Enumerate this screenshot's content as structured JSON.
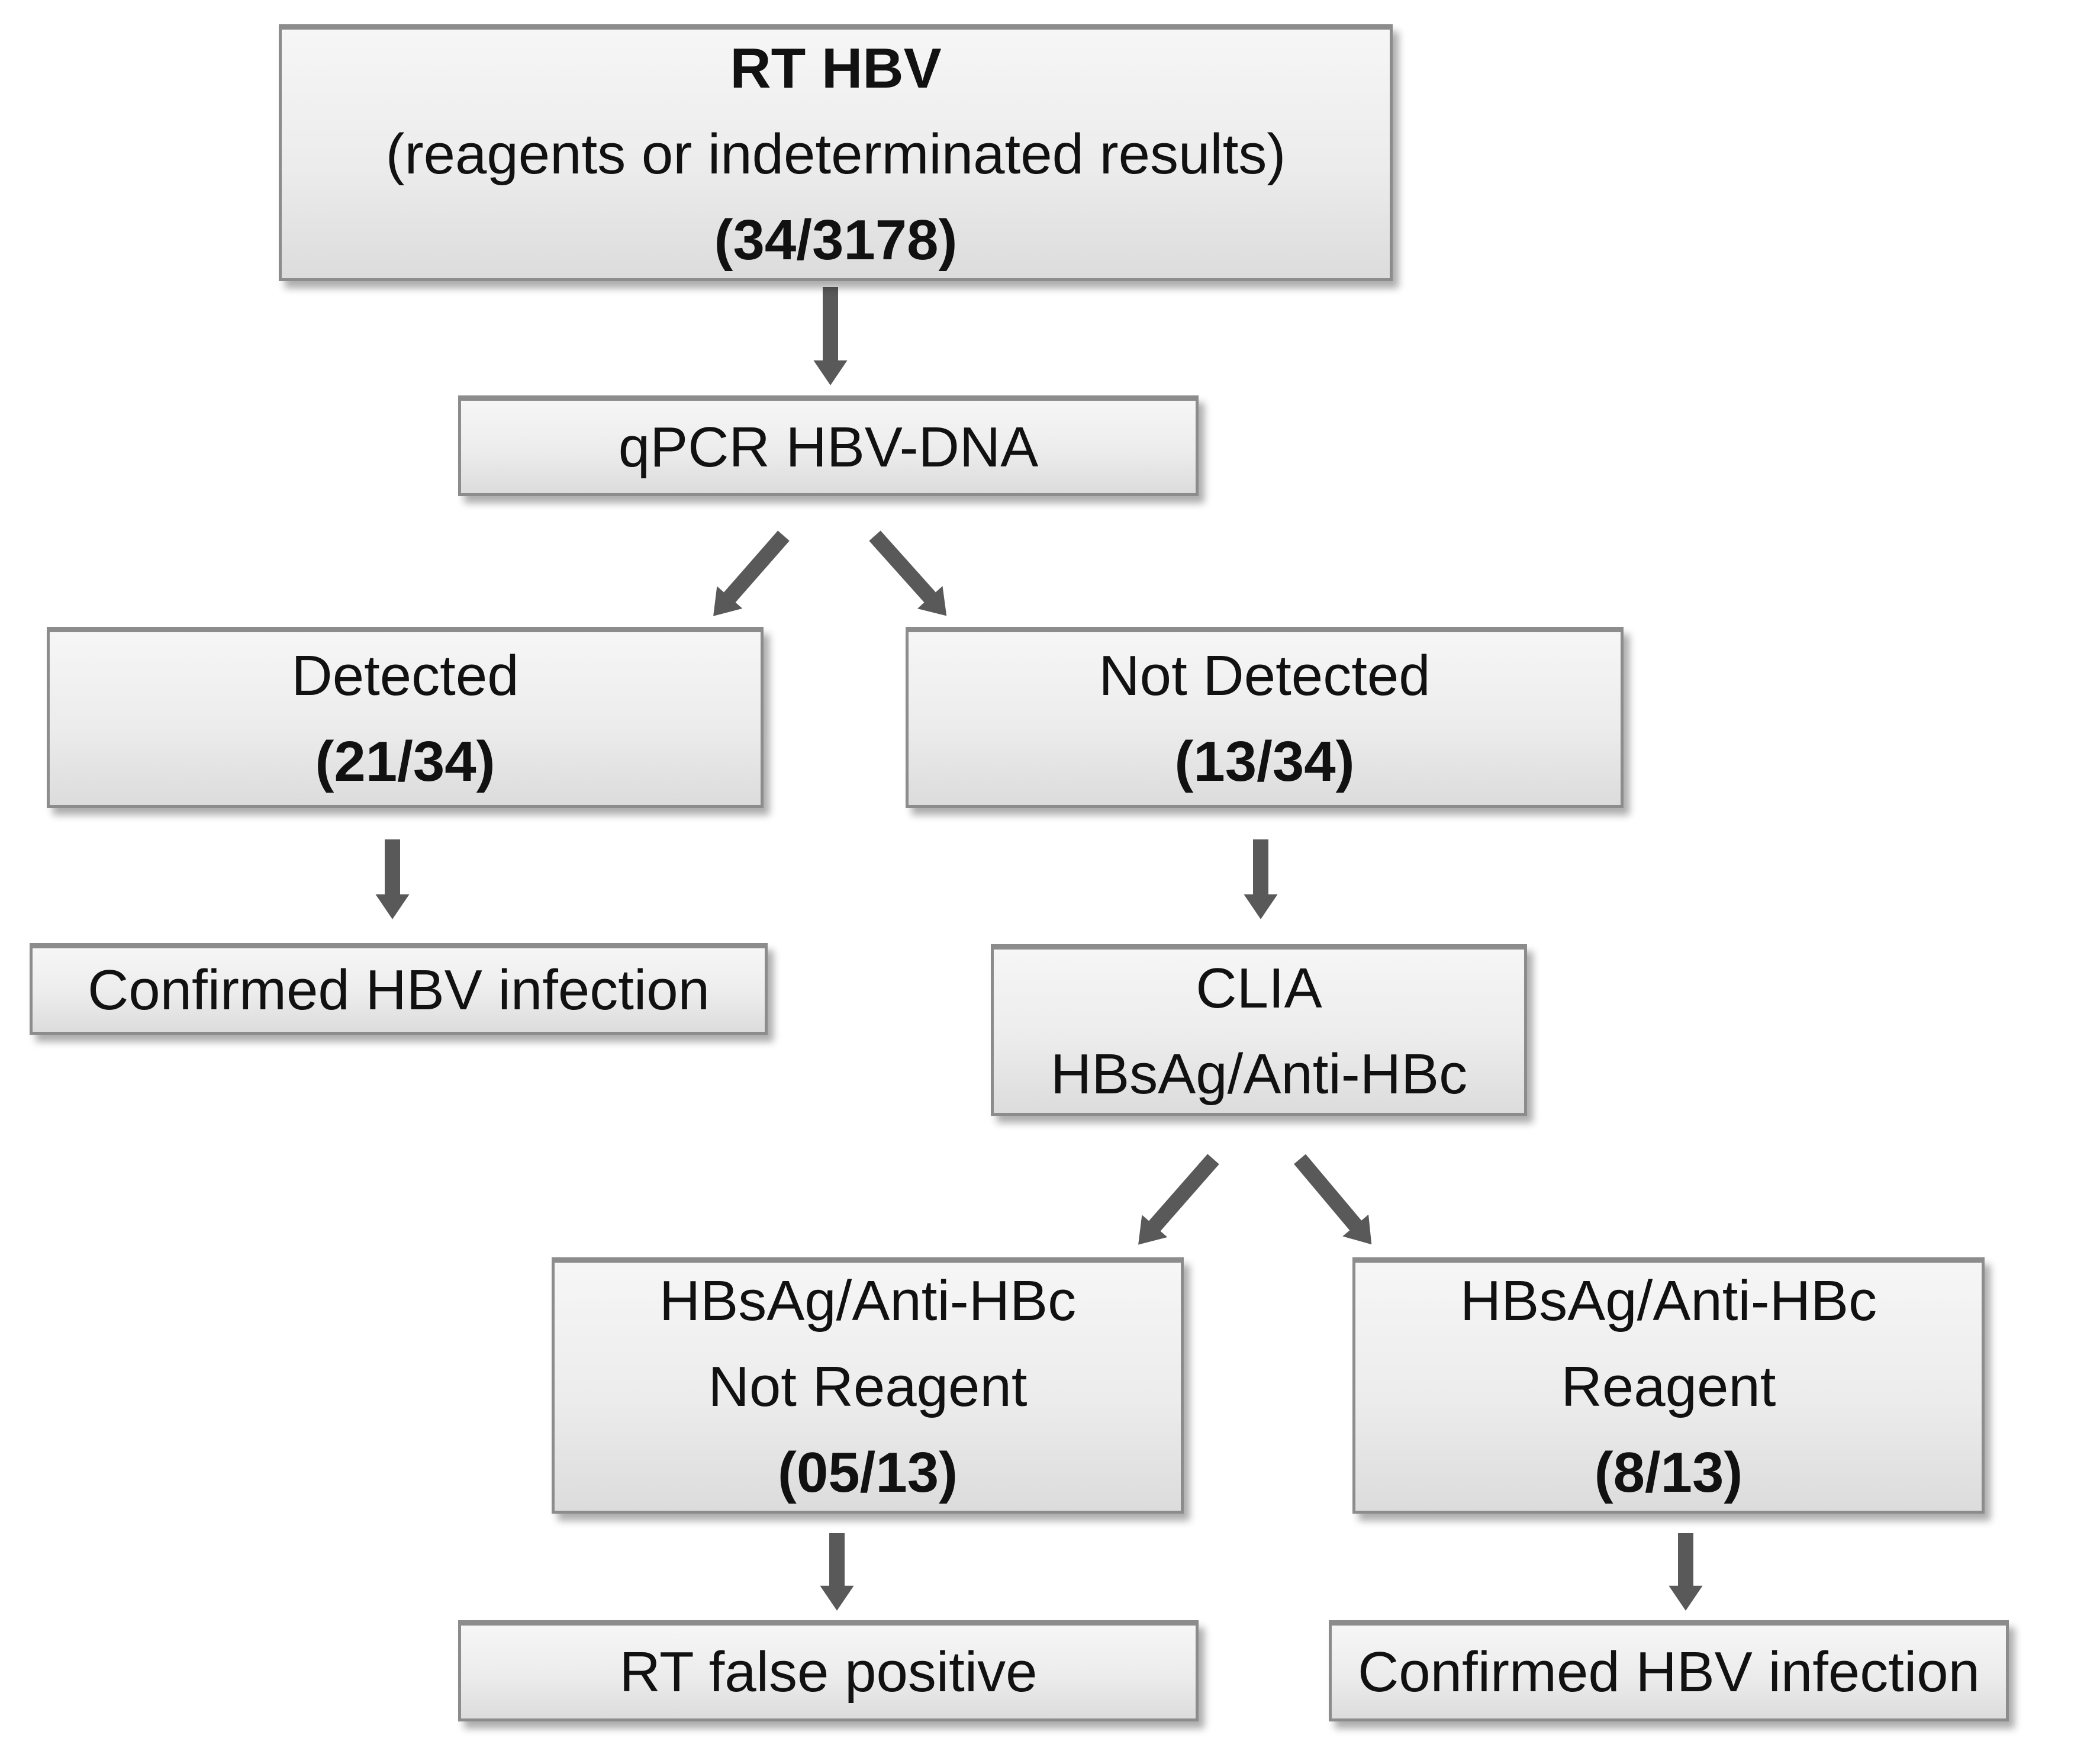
{
  "diagram": {
    "type": "flowchart",
    "background": "#ffffff",
    "colors": {
      "box_fill_top": "#f6f6f6",
      "box_fill_bottom": "#dcdcdc",
      "box_border": "#8c8c8c",
      "arrow": "#595959",
      "text": "#111111"
    },
    "nodes": {
      "rt_hbv": {
        "line1": "RT HBV",
        "line2": "(reagents or indeterminated results)",
        "line3": "(34/3178)"
      },
      "qpcr": {
        "line1": "qPCR HBV-DNA"
      },
      "detected": {
        "line1": "Detected",
        "line2": "(21/34)"
      },
      "not_detected": {
        "line1": "Not Detected",
        "line2": "(13/34)"
      },
      "confirmed_left": {
        "line1": "Confirmed HBV infection"
      },
      "clia": {
        "line1": "CLIA",
        "line2": "HBsAg/Anti-HBc"
      },
      "not_reagent": {
        "line1": "HBsAg/Anti-HBc",
        "line2": "Not Reagent",
        "line3": "(05/13)"
      },
      "reagent": {
        "line1": "HBsAg/Anti-HBc",
        "line2": "Reagent",
        "line3": "(8/13)"
      },
      "rt_false": {
        "line1": "RT false positive"
      },
      "confirmed_right": {
        "line1": "Confirmed HBV infection"
      }
    },
    "edges": [
      {
        "from": "rt_hbv",
        "to": "qpcr"
      },
      {
        "from": "qpcr",
        "to": "detected"
      },
      {
        "from": "qpcr",
        "to": "not_detected"
      },
      {
        "from": "detected",
        "to": "confirmed_left"
      },
      {
        "from": "not_detected",
        "to": "clia"
      },
      {
        "from": "clia",
        "to": "not_reagent"
      },
      {
        "from": "clia",
        "to": "reagent"
      },
      {
        "from": "not_reagent",
        "to": "rt_false"
      },
      {
        "from": "reagent",
        "to": "confirmed_right"
      }
    ]
  }
}
